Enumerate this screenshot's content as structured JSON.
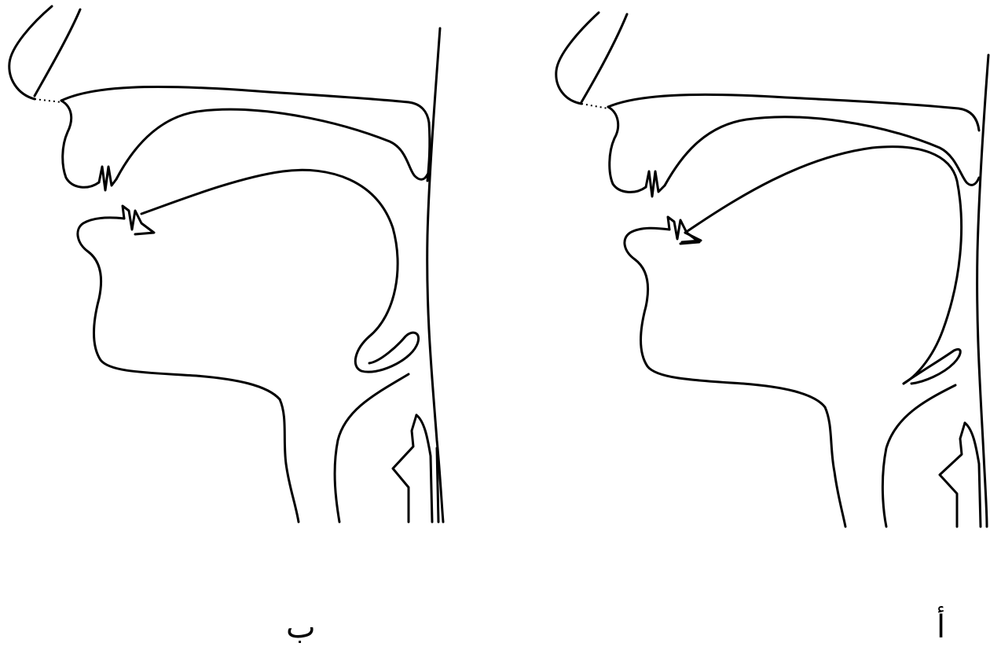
{
  "figure": {
    "stroke_color": "#000000",
    "background": "#ffffff",
    "panels": [
      {
        "id": "left",
        "caption": "ب"
      },
      {
        "id": "right",
        "caption": "أ"
      }
    ]
  }
}
